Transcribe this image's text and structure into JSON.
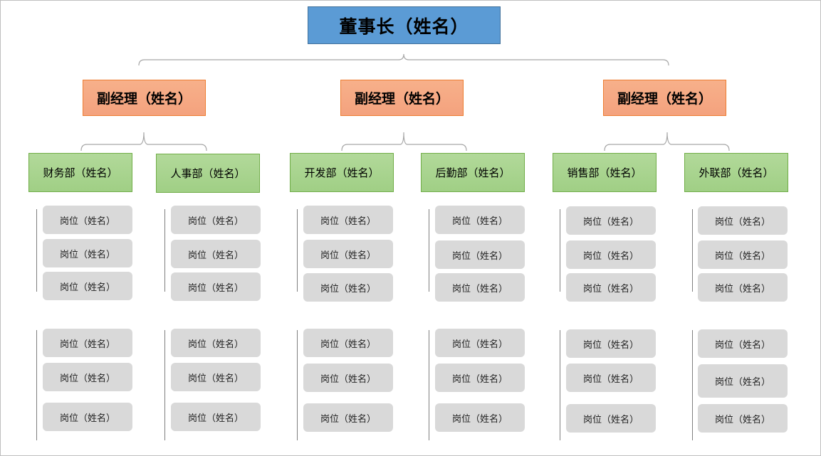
{
  "chairman": "董事长（姓名）",
  "vice_managers": [
    "副经理（姓名）",
    "副经理（姓名）",
    "副经理（姓名）"
  ],
  "departments": [
    {
      "name": "财务部（姓名）",
      "positions": [
        "岗位（姓名）",
        "岗位（姓名）",
        "岗位（姓名）",
        "岗位（姓名）",
        "岗位（姓名）",
        "岗位（姓名）"
      ]
    },
    {
      "name": "人事部（姓名）",
      "positions": [
        "岗位（姓名）",
        "岗位（姓名）",
        "岗位（姓名）",
        "岗位（姓名）",
        "岗位（姓名）",
        "岗位（姓名）"
      ]
    },
    {
      "name": "开发部（姓名）",
      "positions": [
        "岗位（姓名）",
        "岗位（姓名）",
        "岗位（姓名）",
        "岗位（姓名）",
        "岗位（姓名）",
        "岗位（姓名）"
      ]
    },
    {
      "name": "后勤部（姓名）",
      "positions": [
        "岗位（姓名）",
        "岗位（姓名）",
        "岗位（姓名）",
        "岗位（姓名）",
        "岗位（姓名）",
        "岗位（姓名）"
      ]
    },
    {
      "name": "销售部（姓名）",
      "positions": [
        "岗位（姓名）",
        "岗位（姓名）",
        "岗位（姓名）",
        "岗位（姓名）",
        "岗位（姓名）",
        "岗位（姓名）"
      ]
    },
    {
      "name": "外联部（姓名）",
      "positions": [
        "岗位（姓名）",
        "岗位（姓名）",
        "岗位（姓名）",
        "岗位（姓名）",
        "岗位（姓名）",
        "岗位（姓名）"
      ]
    }
  ],
  "colors": {
    "chairman": "#5b9bd5",
    "vice_manager": "#f4a27e",
    "department": "#a9d18e",
    "position": "#d9d9d9",
    "connector": "#a6a6a6"
  }
}
